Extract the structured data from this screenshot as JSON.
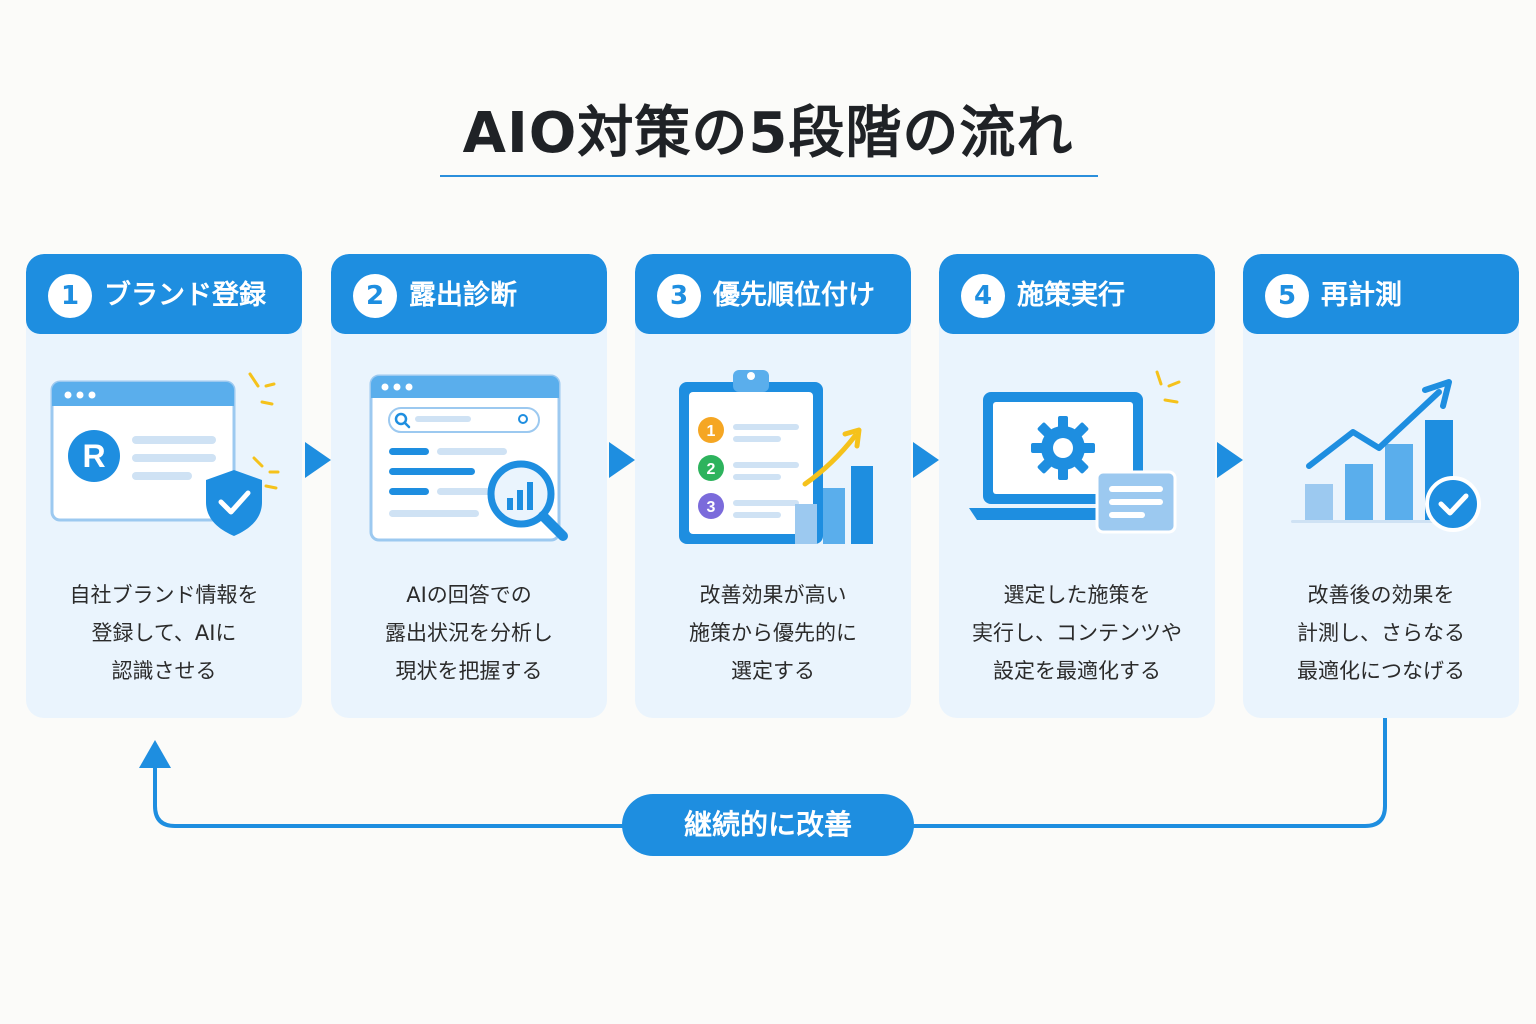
{
  "title": "AIO対策の5段階の流れ",
  "steps": [
    {
      "number": "1",
      "label": "ブランド登録",
      "icon": "browser-shield-icon",
      "lines": [
        "自社ブランド情報を",
        "登録して、AIに",
        "認識させる"
      ],
      "logo_letter": "R"
    },
    {
      "number": "2",
      "label": "露出診断",
      "icon": "search-magnifier-icon",
      "lines": [
        "AIの回答での",
        "露出状況を分析し",
        "現状を把握する"
      ]
    },
    {
      "number": "3",
      "label": "優先順位付け",
      "icon": "priority-clipboard-icon",
      "lines": [
        "改善効果が高い",
        "施策から優先的に",
        "選定する"
      ],
      "list_numbers": [
        "1",
        "2",
        "3"
      ]
    },
    {
      "number": "4",
      "label": "施策実行",
      "icon": "laptop-gear-icon",
      "lines": [
        "選定した施策を",
        "実行し、コンテンツや",
        "設定を最適化する"
      ]
    },
    {
      "number": "5",
      "label": "再計測",
      "icon": "growth-chart-icon",
      "lines": [
        "改善後の効果を",
        "計測し、さらなる",
        "最適化につなげる"
      ]
    }
  ],
  "cycle_label": "継続的に改善",
  "colors": {
    "accent": "#1e8ee0",
    "card_bg": "#eaf4fd",
    "highlight": "#f5c21b"
  }
}
